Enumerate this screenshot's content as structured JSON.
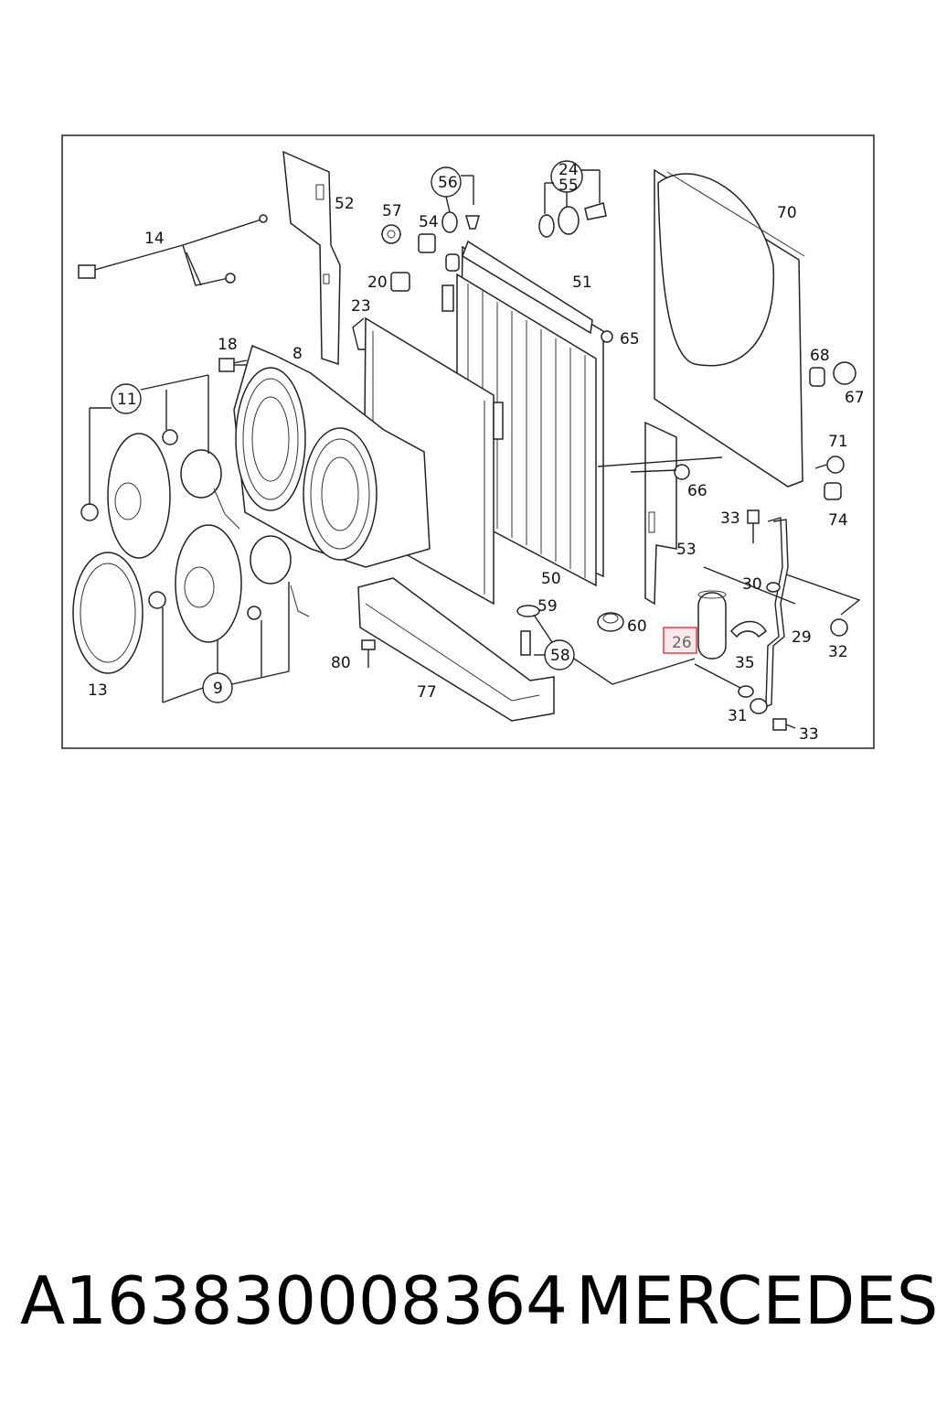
{
  "diagram": {
    "labels": {
      "l52": "52",
      "l57": "57",
      "l56": "56",
      "l54": "54",
      "l24": "24",
      "l55": "55",
      "l70": "70",
      "l14": "14",
      "l20": "20",
      "l51": "51",
      "l23": "23",
      "l65": "65",
      "l18": "18",
      "l8": "8",
      "l68": "68",
      "l67": "67",
      "l11": "11",
      "l71": "71",
      "l66": "66",
      "l74": "74",
      "l33a": "33",
      "l53": "53",
      "l30": "30",
      "l50": "50",
      "l59": "59",
      "l29": "29",
      "l60": "60",
      "l32": "32",
      "l80": "80",
      "l58": "58",
      "l35": "35",
      "l13": "13",
      "l9": "9",
      "l77": "77",
      "l31": "31",
      "l33b": "33",
      "l26": "26"
    },
    "highlight_color": "#e83a4a"
  },
  "caption": {
    "part_number": "A163830008364",
    "brand": "MERCEDES"
  }
}
